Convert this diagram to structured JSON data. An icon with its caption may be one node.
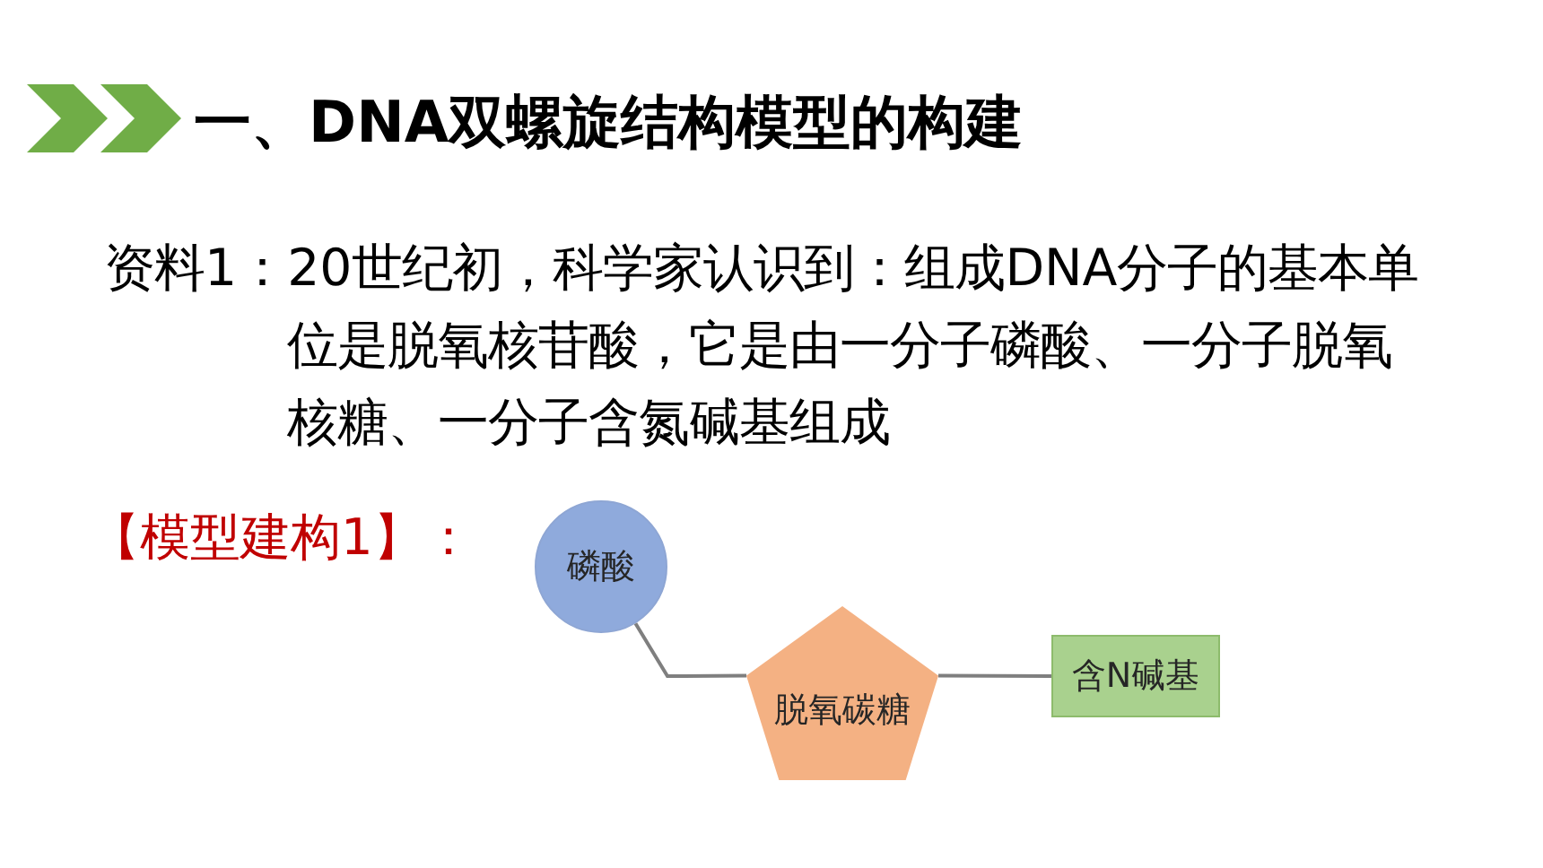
{
  "diagram": {
    "title": "一、DNA双螺旋结构模型的构建",
    "nodes": [
      {
        "text": [
          "磷酸"
        ]
      },
      {
        "text": [
          "脱氧碳糖"
        ]
      },
      {
        "text": [
          "含N碱基"
        ]
      }
    ],
    "edges": [
      {
        "from": 0,
        "to": 1,
        "arrow": "none"
      },
      {
        "from": 1,
        "to": 2,
        "arrow": "none"
      }
    ],
    "labels": [
      "资料1：20世纪初，科学家认识到：组成DNA分子的基本单位是脱氧核苷酸，它是由一分子磷酸、一分子脱氧核糖、一分子含氮碱基组成",
      "【模型建构1】："
    ]
  }
}
